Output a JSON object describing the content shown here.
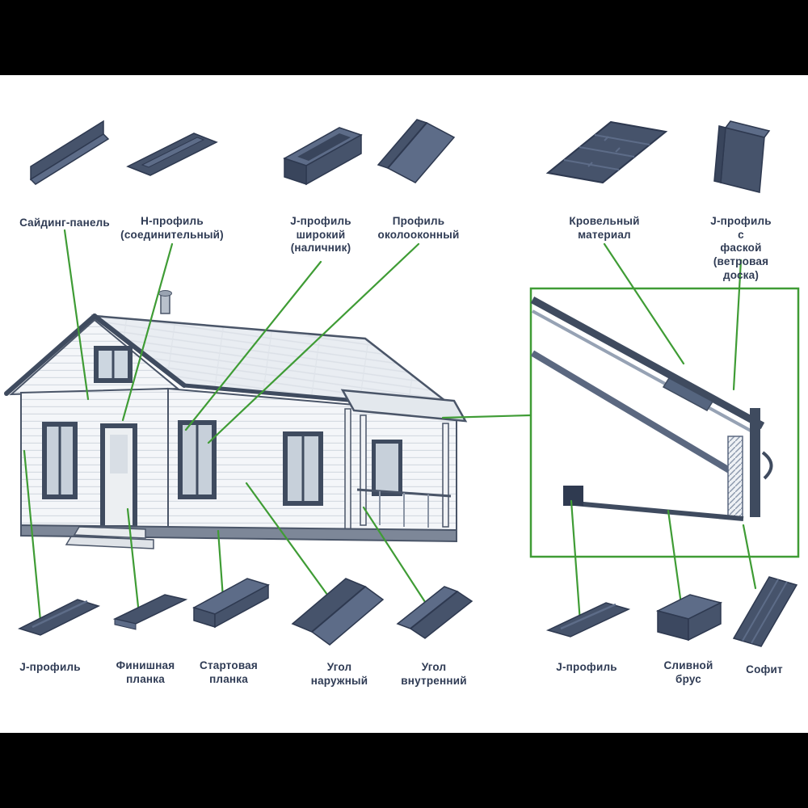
{
  "colors": {
    "accent_green": "#3f9c35",
    "label_navy": "#2f3b54",
    "part_dark": "#46536b",
    "part_light": "#5d6c88",
    "part_shadow": "#39455c",
    "house_trim": "#4a5568",
    "background": "#ffffff",
    "frame": "#000000"
  },
  "components_top": [
    {
      "id": "siding-panel",
      "label": "Сайдинг-панель"
    },
    {
      "id": "h-profile",
      "label": "Н-профиль\n(соединительный)"
    },
    {
      "id": "j-profile-wide",
      "label": "J-профиль\nширокий\n(наличник)"
    },
    {
      "id": "window-profile",
      "label": "Профиль\nоколооконный"
    },
    {
      "id": "roofing-material",
      "label": "Кровельный\nматериал"
    },
    {
      "id": "j-profile-chamfer",
      "label": "J-профиль с\nфаской\n(ветровая доска)"
    }
  ],
  "components_bottom": [
    {
      "id": "j-profile",
      "label": "J-профиль"
    },
    {
      "id": "finish-strip",
      "label": "Финишная\nпланка"
    },
    {
      "id": "starter-strip",
      "label": "Стартовая\nпланка"
    },
    {
      "id": "outer-corner",
      "label": "Угол\nнаружный"
    },
    {
      "id": "inner-corner",
      "label": "Угол\nвнутренний"
    },
    {
      "id": "j-profile-soffit",
      "label": "J-профиль"
    },
    {
      "id": "drain-bar",
      "label": "Сливной\nбрус"
    },
    {
      "id": "soffit",
      "label": "Софит"
    }
  ]
}
